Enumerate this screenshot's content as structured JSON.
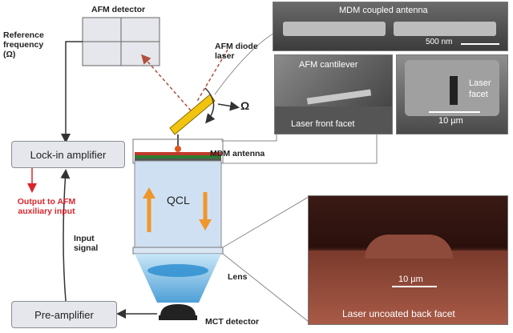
{
  "labels": {
    "afm_detector": "AFM detector",
    "reference_frequency": "Reference frequency (Ω)",
    "lockin": "Lock-in amplifier",
    "output": "Output to AFM auxiliary input",
    "input_signal": "Input signal",
    "preamp": "Pre-amplifier",
    "mct": "MCT detector",
    "lens": "Lens",
    "qcl": "QCL",
    "mdm_antenna": "MDM antenna",
    "afm_diode_laser": "AFM diode laser",
    "omega": "Ω"
  },
  "sem": {
    "top_title": "MDM coupled antenna",
    "top_scale": "500 nm",
    "mid_left_title": "AFM cantilever",
    "mid_left_bottom": "Laser front facet",
    "mid_right_title": "Laser facet",
    "mid_right_scale": "10 µm",
    "bottom_scale": "10 µm",
    "bottom_caption": "Laser uncoated back facet"
  },
  "colors": {
    "box_fill": "#e6e7ec",
    "box_border": "#8a8d96",
    "accent_red": "#d9262c",
    "qcl_fill": "#cfe0f2",
    "arrow_orange": "#f0962a",
    "cantilever_yellow": "#f1c40f"
  }
}
